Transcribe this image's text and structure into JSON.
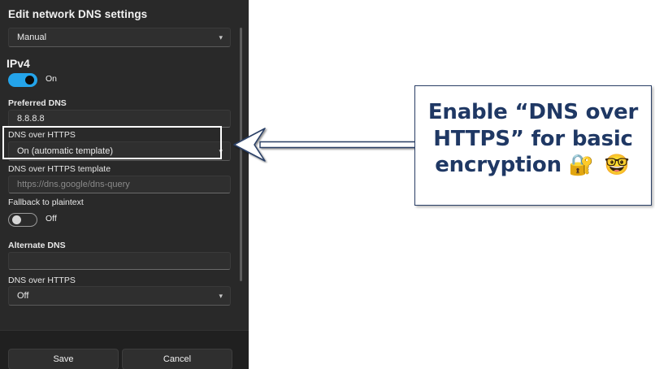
{
  "dialog": {
    "title": "Edit network DNS settings",
    "mode_select": {
      "value": "Manual",
      "chevron": "chevron-down-icon"
    },
    "ipv4_heading": "IPv4",
    "ipv4_toggle": {
      "state": "On",
      "on": true
    },
    "preferred_dns": {
      "label": "Preferred DNS",
      "value": "8.8.8.8"
    },
    "doh_primary": {
      "label": "DNS over HTTPS",
      "value": "On (automatic template)",
      "chevron": "chevron-down-icon",
      "highlighted": true
    },
    "doh_template": {
      "label": "DNS over HTTPS template",
      "value": "",
      "placeholder": "https://dns.google/dns-query"
    },
    "fallback_plaintext": {
      "label": "Fallback to plaintext",
      "state": "Off",
      "on": false
    },
    "alternate_dns": {
      "label": "Alternate DNS",
      "value": "",
      "placeholder": ""
    },
    "doh_alternate": {
      "label": "DNS over HTTPS",
      "value": "Off",
      "chevron": "chevron-down-icon"
    },
    "footer": {
      "save_label": "Save",
      "cancel_label": "Cancel"
    },
    "scrollbar": {
      "name": "vertical-scrollbar"
    }
  },
  "callout": {
    "line1": "Enable “DNS over",
    "line2": "HTTPS” for basic",
    "line3": "encryption",
    "emojis": "🔐 🤓",
    "emoji_names": "lock-with-key-emoji nerd-face-emoji",
    "arrow": "left-pointing-arrow"
  },
  "colors": {
    "panel_bg": "#292929",
    "footer_bg": "#202020",
    "accent_toggle": "#24a4ea",
    "callout_text": "#1f3864",
    "callout_border": "#2a3f66",
    "highlight_border": "#ffffff"
  }
}
